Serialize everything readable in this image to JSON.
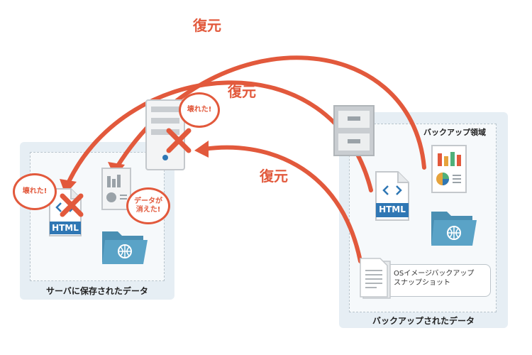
{
  "restore_labels": [
    "復元",
    "復元",
    "復元"
  ],
  "server_panel": {
    "label": "サーバに保存されたデータ",
    "html_badge": "HTML",
    "bubble_broken": "壊れた!",
    "bubble_lost": "データが消えた!"
  },
  "server_machine": {
    "bubble_broken": "壊れた!"
  },
  "backup_panel": {
    "label": "バックアップされたデータ",
    "region_label": "バックアップ領域",
    "html_badge": "HTML",
    "os_image_label": "OSイメージバックアップ",
    "snapshot_label": "スナップショット"
  },
  "colors": {
    "accent": "#e2593c",
    "panel_bg": "#e6eef4",
    "folder": "#5aa3c7",
    "html_badge": "#2f77b4"
  }
}
